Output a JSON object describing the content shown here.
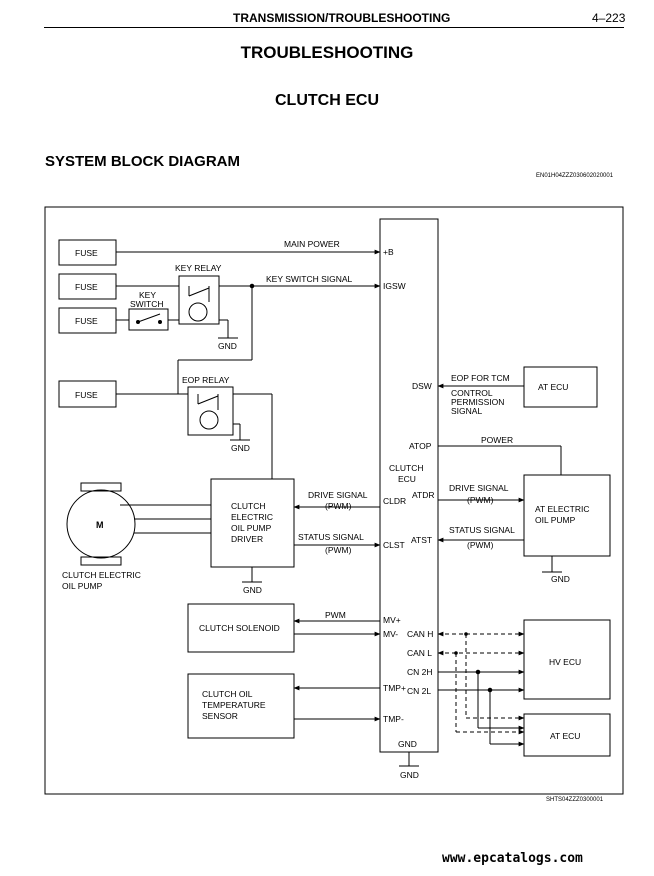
{
  "header": {
    "section": "TRANSMISSION/TROUBLESHOOTING",
    "page_number": "4–223"
  },
  "titles": {
    "main": "TROUBLESHOOTING",
    "sub": "CLUTCH ECU",
    "section": "SYSTEM BLOCK DIAGRAM",
    "doc_code": "EN01H04ZZZ030602020001"
  },
  "diagram": {
    "fuse": "FUSE",
    "gnd": "GND",
    "key_relay": "KEY RELAY",
    "key_switch": [
      "KEY",
      "SWITCH"
    ],
    "eop_relay": "EOP RELAY",
    "motor_symbol": "M",
    "clutch_pump": [
      "CLUTCH ELECTRIC",
      "OIL PUMP"
    ],
    "pump_driver": [
      "CLUTCH",
      "ELECTRIC",
      "OIL PUMP",
      "DRIVER"
    ],
    "clutch_solenoid": "CLUTCH SOLENOID",
    "temp_sensor": [
      "CLUTCH OIL",
      "TEMPERATURE",
      "SENSOR"
    ],
    "clutch_ecu": [
      "CLUTCH",
      "ECU"
    ],
    "at_ecu": "AT ECU",
    "at_pump": [
      "AT ELECTRIC",
      "OIL PUMP"
    ],
    "hv_ecu": "HV ECU",
    "terminals": {
      "b": "+B",
      "igsw": "IGSW",
      "dsw": "DSW",
      "atop": "ATOP",
      "atdr": "ATDR",
      "atst": "ATST",
      "cldr": "CLDR",
      "clst": "CLST",
      "mvp": "MV+",
      "mvm": "MV-",
      "canh": "CAN H",
      "canl": "CAN L",
      "cn2h": "CN 2H",
      "cn2l": "CN 2L",
      "tmpp": "TMP+",
      "tmpm": "TMP-",
      "gnd": "GND"
    },
    "signals": {
      "main_power": "MAIN POWER",
      "key_switch_signal": "KEY SWITCH SIGNAL",
      "eop_for_tcm": "EOP FOR TCM",
      "control_permission": [
        "CONTROL",
        "PERMISSION",
        "SIGNAL"
      ],
      "power": "POWER",
      "drive_signal": "DRIVE SIGNAL",
      "status_signal": "STATUS SIGNAL",
      "pwm": "(PWM)",
      "pwm_plain": "PWM"
    }
  },
  "footer": {
    "figure_code": "SHTS04ZZZ0300001",
    "url": "www.epcatalogs.com"
  }
}
